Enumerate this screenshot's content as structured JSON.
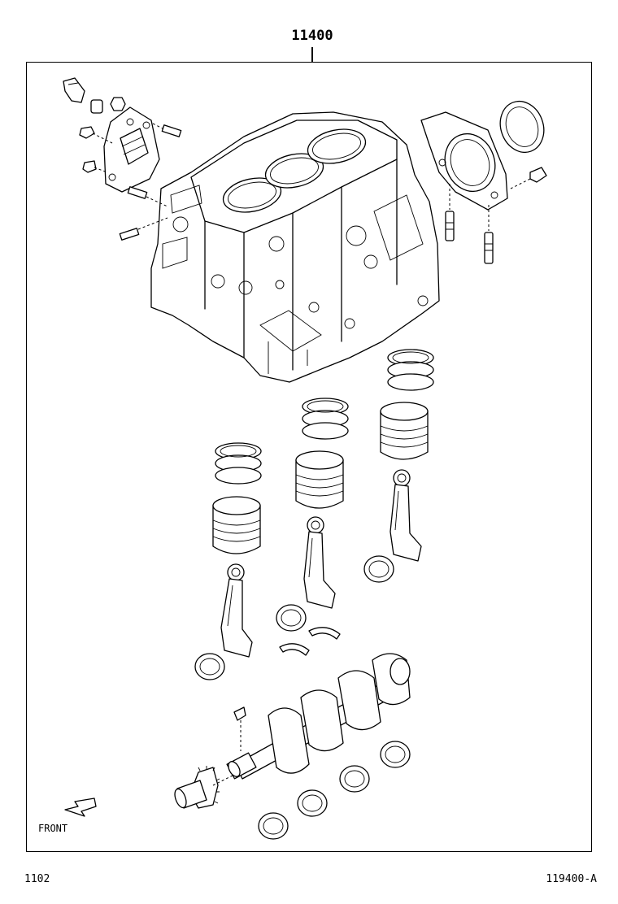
{
  "diagram": {
    "part_number": "11400",
    "direction_label": "FRONT",
    "footer_left": "1102",
    "footer_right": "119400-A"
  },
  "icons": {
    "front_arrow": "front-arrow-icon"
  }
}
